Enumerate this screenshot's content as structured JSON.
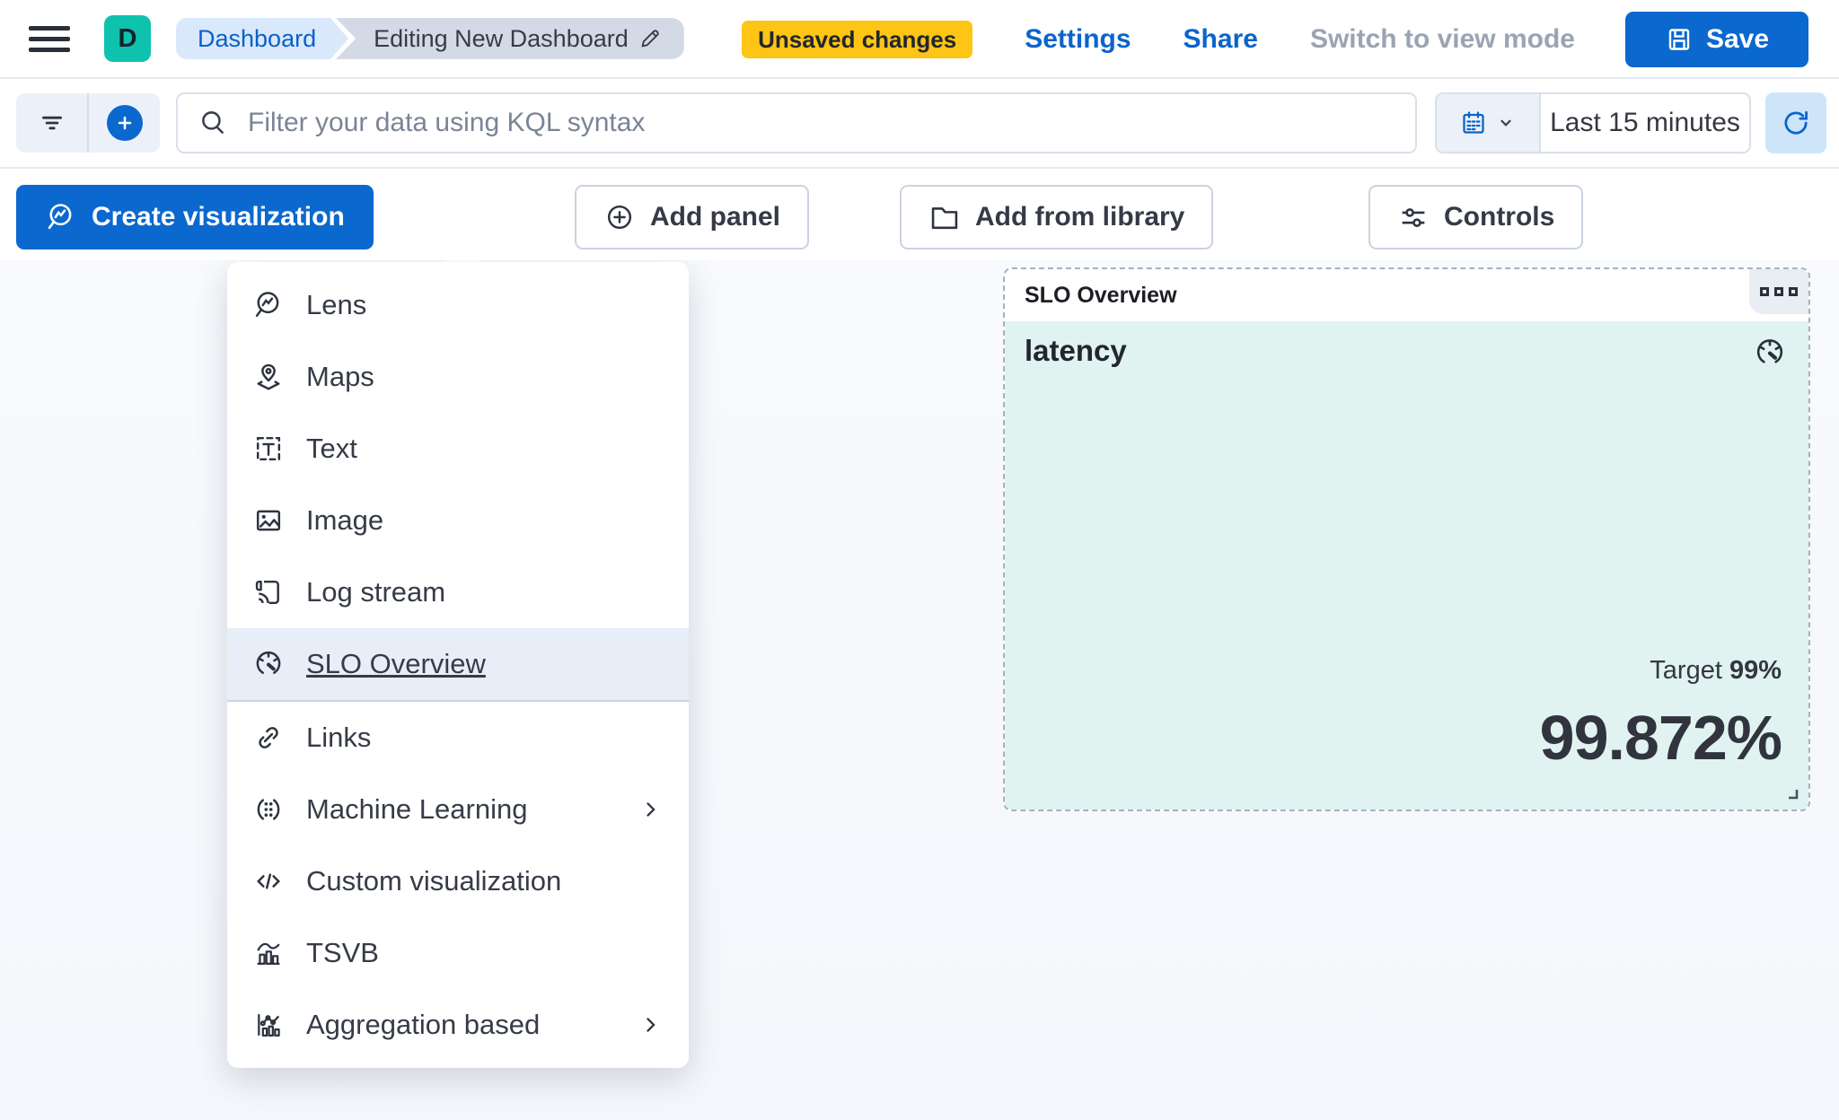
{
  "header": {
    "breadcrumbs": [
      {
        "label": "Dashboard"
      },
      {
        "label": "Editing New Dashboard"
      }
    ],
    "avatar_initial": "D",
    "unsaved_badge": "Unsaved changes",
    "settings_label": "Settings",
    "share_label": "Share",
    "switch_view_label": "Switch to view mode",
    "save_label": "Save"
  },
  "querybar": {
    "search_placeholder": "Filter your data using KQL syntax",
    "time_range": "Last 15 minutes"
  },
  "toolbar": {
    "create_visualization": "Create visualization",
    "add_panel": "Add panel",
    "add_from_library": "Add from library",
    "controls": "Controls"
  },
  "add_panel_menu": {
    "items": [
      {
        "label": "Lens",
        "icon": "lens-icon"
      },
      {
        "label": "Maps",
        "icon": "maps-icon"
      },
      {
        "label": "Text",
        "icon": "text-icon"
      },
      {
        "label": "Image",
        "icon": "image-icon"
      },
      {
        "label": "Log stream",
        "icon": "log-stream-icon"
      },
      {
        "label": "SLO Overview",
        "icon": "gauge-icon",
        "selected": true
      },
      {
        "label": "Links",
        "icon": "link-icon"
      },
      {
        "label": "Machine Learning",
        "icon": "machine-learning-icon",
        "has_submenu": true
      },
      {
        "label": "Custom visualization",
        "icon": "code-icon"
      },
      {
        "label": "TSVB",
        "icon": "tsvb-icon"
      },
      {
        "label": "Aggregation based",
        "icon": "aggregation-icon",
        "has_submenu": true
      }
    ]
  },
  "slo_panel": {
    "header_title": "SLO Overview",
    "title": "latency",
    "target_label": "Target",
    "target_value": "99%",
    "value": "99.872%"
  },
  "colors": {
    "primary": "#0B68CE",
    "warning_badge": "#FEC514",
    "avatar_teal": "#0EC2AE",
    "panel_tint": "#E0F3F0",
    "menu_highlight": "#E7EEF8",
    "canvas_bg": "#F6F8FC"
  }
}
